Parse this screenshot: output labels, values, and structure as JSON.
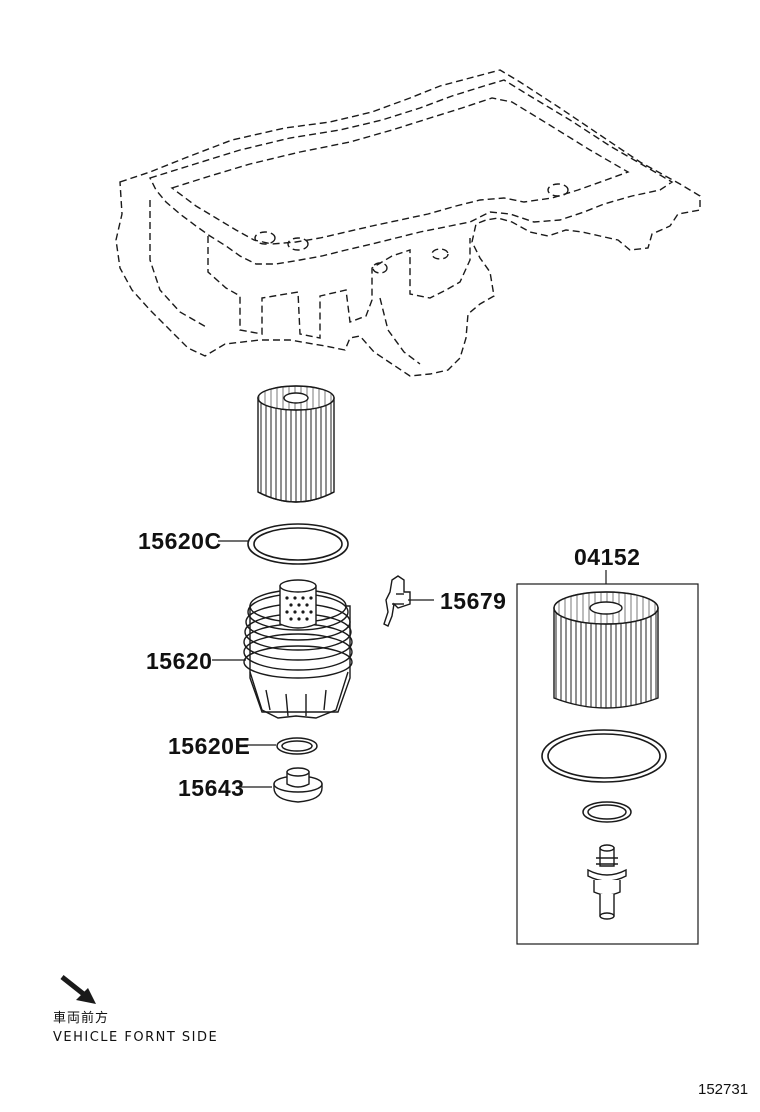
{
  "parts": [
    {
      "id": "15620C",
      "label": "15620C"
    },
    {
      "id": "15620",
      "label": "15620"
    },
    {
      "id": "15620E",
      "label": "15620E"
    },
    {
      "id": "15643",
      "label": "15643"
    },
    {
      "id": "15679",
      "label": "15679"
    },
    {
      "id": "04152",
      "label": "04152"
    }
  ],
  "direction": {
    "jp": "車両前方",
    "en": "VEHICLE FORNT SIDE"
  },
  "figure_code": "152731",
  "colors": {
    "line": "#1a1a1a",
    "background": "#ffffff"
  }
}
